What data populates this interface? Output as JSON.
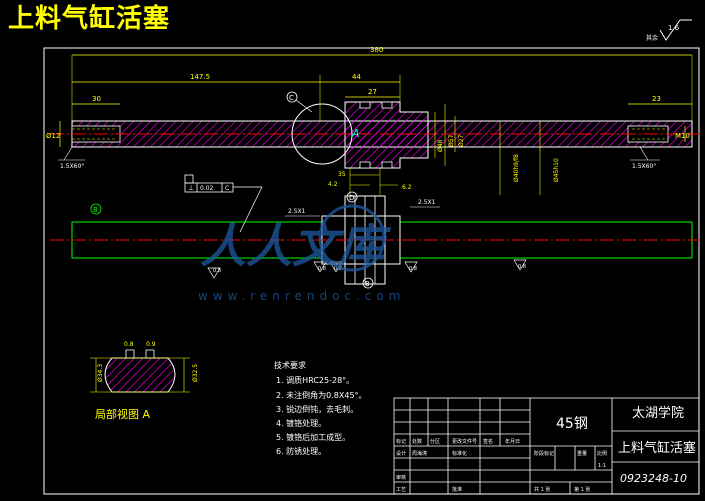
{
  "header": {
    "title": "上料气缸活塞"
  },
  "roughness": {
    "note": "其余",
    "value": "1.6"
  },
  "dims": {
    "total_length": "380",
    "len_147_5": "147.5",
    "len_44": "44",
    "len_27": "27",
    "len_30": "30",
    "len_23": "23",
    "left_dia": "Ø12",
    "right_dia": "M10",
    "dia_48": "Ø48",
    "dia_57": "Ø57",
    "dia_27": "Ø27",
    "len_35": "35",
    "len_4_2": "4.2",
    "len_6_2": "6.2",
    "chamfer_left_main": "1.5X60°",
    "chamfer_right_main": "1.5X60°",
    "chamfer_left_groove": "2.5X1",
    "chamfer_right_groove": "2.5X1",
    "rough_0_8": "0.8",
    "vertical_label_1": "Ø40h9/f8",
    "vertical_label_2": "Ø45h10",
    "detail_width_1": "0.8",
    "detail_width_2": "0.9",
    "detail_dia_1": "Ø34.3",
    "detail_dia_2": "Ø32.5"
  },
  "labels": {
    "section_a": "A",
    "datum_c": "C",
    "datum_b": "B",
    "datum_d": "D",
    "tolerance_symbol": "⊥",
    "tolerance_value": "0.02",
    "tolerance_datum": "C",
    "detail_caption": "局部视图 A"
  },
  "tech_requirements": {
    "heading": "技术要求",
    "items": [
      "1. 调质HRC25-28°。",
      "2. 未注倒角为0.8X45°。",
      "3. 锐边倒钝，去毛刺。",
      "4. 镀铬处理。",
      "5. 镀铬后加工成型。",
      "6. 防锈处理。"
    ]
  },
  "title_block": {
    "material": "45钢",
    "school": "太湖学院",
    "part_name": "上料气缸活塞",
    "drawing_no": "0923248-10",
    "scale": "1:1",
    "sheet_total": "共 1 张",
    "sheet_no": "第 1 张",
    "revision_labels": [
      "标记",
      "处数",
      "分区",
      "更改文件号",
      "签名",
      "年月日"
    ],
    "designer_label": "设计",
    "review_label": "审核",
    "process_label": "工艺",
    "standardize_label": "标准化",
    "approve_label": "批准",
    "stage_label": "阶段标记",
    "weight_label": "重量",
    "scale_label": "比例",
    "designer_name": "周海涛"
  },
  "watermark": {
    "text": "人人文库",
    "url": "www.renrendoc.com"
  },
  "colors": {
    "background": "#000000",
    "outline": "#ffffff",
    "dimension": "#ffff00",
    "center_line": "#ff0000",
    "hatch": "#ff00ff",
    "shaft_lower": "#00ff00",
    "leader": "#00ffff",
    "watermark": "#1e5aa0"
  }
}
